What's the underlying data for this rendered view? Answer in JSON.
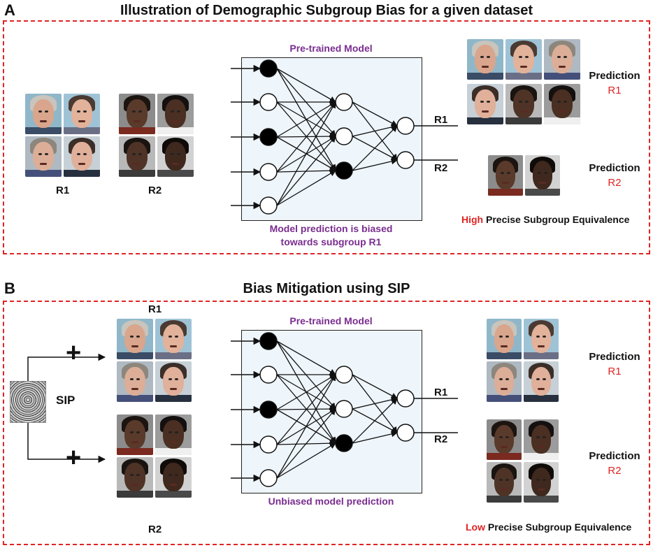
{
  "panel_a": {
    "letter": "A",
    "title": "Illustration of Demographic Subgroup Bias for a given dataset",
    "group1_label": "R1",
    "group2_label": "R2",
    "model_title": "Pre-trained Model",
    "model_caption_line1": "Model prediction is biased",
    "model_caption_line2": "towards subgroup R1",
    "out1_label": "R1",
    "out2_label": "R2",
    "pred1_title": "Prediction",
    "pred1_class": "R1",
    "pred2_title": "Prediction",
    "pred2_class": "R2",
    "equivalence_level": "High",
    "equivalence_text": "Precise Subgroup Equivalence"
  },
  "panel_b": {
    "letter": "B",
    "title": "Bias Mitigation using SIP",
    "sip_label": "SIP",
    "plus_top": "+",
    "plus_bottom": "+",
    "group1_label": "R1",
    "group2_label": "R2",
    "model_title": "Pre-trained Model",
    "model_caption": "Unbiased model prediction",
    "out1_label": "R1",
    "out2_label": "R2",
    "pred1_title": "Prediction",
    "pred1_class": "R1",
    "pred2_title": "Prediction",
    "pred2_class": "R2",
    "equivalence_level": "Low",
    "equivalence_text": "Precise Subgroup Equivalence"
  },
  "colors": {
    "dashed_border": "#e02424",
    "accent_purple": "#7a2d8f",
    "highlight_red": "#e02424",
    "network_fill": "#eef5fb"
  }
}
